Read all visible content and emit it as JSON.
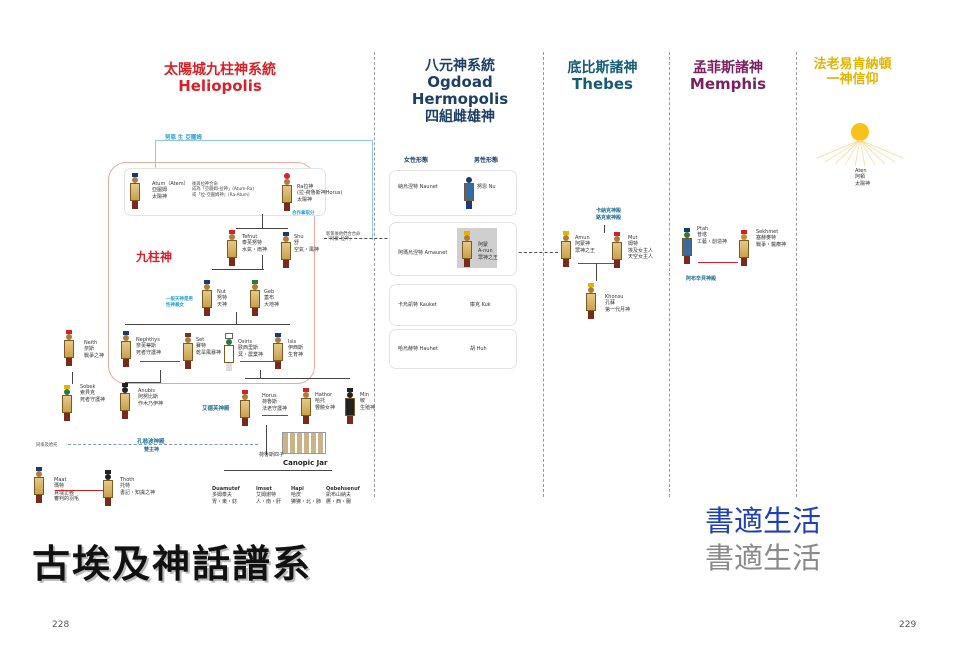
{
  "sections": {
    "heliopolis": {
      "cn": "太陽城九柱神系統",
      "en": "Heliopolis"
    },
    "ogdoad": {
      "cn": "八元神系統",
      "en1": "Ogdoad",
      "en2": "Hermopolis",
      "cn2": "四組雌雄神"
    },
    "thebes": {
      "cn": "底比斯諸神",
      "en": "Thebes"
    },
    "memphis": {
      "cn": "孟菲斯諸神",
      "en": "Memphis"
    },
    "aten": {
      "l1": "法老易肯納頓",
      "l2": "一神信仰"
    }
  },
  "heliopolis": {
    "top_label": "努恩 生 亞圖姆",
    "enneads_label": "九柱神",
    "atum_name": "Atum（Atem）",
    "atum_desc1": "亞圖姆",
    "atum_desc2": "太陽神",
    "merge1": "後與拉神合命",
    "merge2": "成為「亞圖姆-拉神」(Atum-Ra)",
    "merge3": "或「拉-亞圖姆神」(Ra-Atum)",
    "ra_name": "Ra拉神",
    "ra_desc1": "(拉-荷魯斯神Horus)",
    "ra_desc2": "太陽神",
    "ra_link": "合作拿取分",
    "amun_merge1": "新第後他們合合命",
    "amun_merge2": "「阿蒙-拉神」",
    "tefnut": [
      "Tefnut",
      "泰芙努特",
      "水氣・雨神"
    ],
    "shu": [
      "Shu",
      "舒",
      "空氣・風神"
    ],
    "nut": [
      "Nut",
      "努特",
      "天神"
    ],
    "geb": [
      "Geb",
      "蓋布",
      "大地神"
    ],
    "nut_note1": "一般天神是男",
    "nut_note2": "性神最女",
    "nephthys": [
      "Nephthys",
      "奈芙蒂斯",
      "死者守護神"
    ],
    "set": [
      "Set",
      "賽特",
      "乾旱風暴神"
    ],
    "osiris": [
      "Osiris",
      "歐西里斯",
      "冥・農業神"
    ],
    "isis": [
      "Isis",
      "伊西斯",
      "生育神"
    ],
    "neith": [
      "Neith",
      "奈斯",
      "戰爭之神"
    ],
    "sobek": [
      "Sobek",
      "索貝克",
      "死者守護神"
    ],
    "anubis": [
      "Anubis",
      "阿努比斯",
      "作木乃伊神"
    ],
    "horus": [
      "Horus",
      "荷魯斯",
      "法老守護神"
    ],
    "hathor": [
      "Hathor",
      "哈托",
      "豐饒女神"
    ],
    "min": [
      "Min",
      "敏",
      "生殖神"
    ],
    "edfu": "艾德芙神殿",
    "kom": "孔翁波神殿",
    "kom2": "雙主神",
    "maat_tag": "同埃及哈托",
    "maat": [
      "Maat",
      "瑪特",
      "真理正義",
      "審判的羽毛"
    ],
    "thoth": [
      "Thoth",
      "托特",
      "書記・知識之神"
    ],
    "sons": "荷魯斯四子",
    "canopic": "Canopic Jar",
    "duamutef": [
      "Duamutef",
      "多姆泰夫",
      "胃・東・豺"
    ],
    "imset": [
      "Imset",
      "艾姆謝特",
      "人・南・肝"
    ],
    "hapi": [
      "Hapi",
      "哈皮",
      "狒狒・北・肺"
    ],
    "qebehsenuf": [
      "Qebehsenuf",
      "凱布山納夫",
      "鷹・西・腸"
    ]
  },
  "ogdoad": {
    "female": "女性形態",
    "male": "男性形態",
    "pairs": [
      {
        "f": "納烏涅特 Naunet",
        "m": "努恩 Nu"
      },
      {
        "f": "阿瑪烏涅特 Amaunet",
        "m": "阿蒙",
        "m2": "A-nun",
        "m3": "眾神之王"
      },
      {
        "f": "卡烏凱特 Kauket",
        "m": "庫克 Kuk"
      },
      {
        "f": "哈烏赫特 Hauhet",
        "m": "胡 Huh"
      }
    ]
  },
  "thebes": {
    "temple1": "卡納克神殿",
    "temple2": "路克索神殿",
    "amun": [
      "Amun",
      "阿蒙神",
      "眾神之王"
    ],
    "mut": [
      "Mut",
      "姆特",
      "埃及女主人",
      "天空女主人"
    ],
    "khonsu": [
      "Khonsu",
      "孔蘇",
      "第一代月神"
    ]
  },
  "memphis": {
    "ptah": [
      "Ptah",
      "普塔",
      "工藝・創造神"
    ],
    "sekhmet": [
      "Sekhmet",
      "塞赫麥特",
      "戰爭・醫療神"
    ],
    "temple": "阿布辛貝神殿"
  },
  "aten": {
    "name": "Aten",
    "d1": "阿頓",
    "d2": "太陽神"
  },
  "footer": {
    "main_title": "古埃及神話譜系",
    "wm1": "書適生活",
    "wm2": "書適生活",
    "page_left": "228",
    "page_right": "229"
  },
  "colors": {
    "red": "#d62128",
    "navy": "#1d3f66",
    "purple": "#7a1f5f",
    "gold": "#e0b400",
    "blue": "#2aa0d8",
    "wm_blue": "#1f3fb5",
    "wm_grey": "#8a8a8a"
  }
}
